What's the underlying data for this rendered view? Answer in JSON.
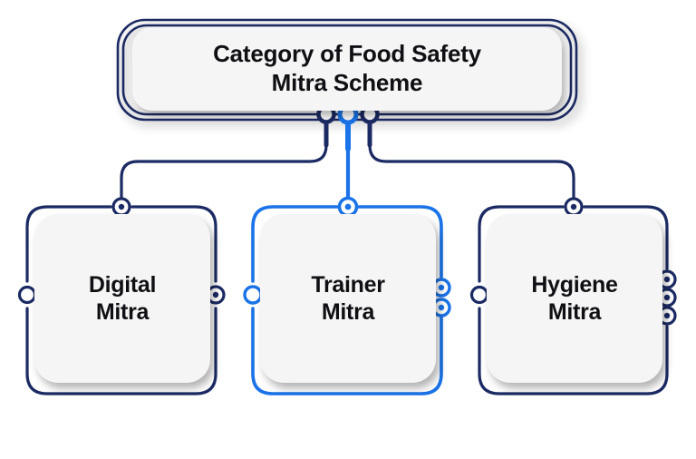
{
  "diagram": {
    "type": "hierarchy-tree",
    "background_color": "#ffffff",
    "card_fill": "#f5f5f5",
    "text_color": "#101014",
    "accent_navy": "#1b2a63",
    "accent_blue": "#1a73e8",
    "root": {
      "id": "root",
      "label": "Category of Food Safety\nMitra Scheme",
      "line_1": "Category of Food Safety",
      "line_2": "Mitra Scheme",
      "border_color": "#1b2a63",
      "border_style": "double-outline",
      "ports": [
        {
          "name": "port-root-left",
          "color": "#1b2a63"
        },
        {
          "name": "port-root-center",
          "color": "#1a73e8"
        },
        {
          "name": "port-root-right",
          "color": "#1b2a63"
        }
      ]
    },
    "children": [
      {
        "id": "digital-mitra",
        "label": "Digital\nMitra",
        "line_1": "Digital",
        "line_2": "Mitra",
        "border_color": "#1b2a63",
        "side_port_count": 1,
        "top_port": true
      },
      {
        "id": "trainer-mitra",
        "label": "Trainer\nMitra",
        "line_1": "Trainer",
        "line_2": "Mitra",
        "border_color": "#1a73e8",
        "side_port_count": 2,
        "top_port": true
      },
      {
        "id": "hygiene-mitra",
        "label": "Hygiene\nMitra",
        "line_1": "Hygiene",
        "line_2": "Mitra",
        "border_color": "#1b2a63",
        "side_port_count": 3,
        "top_port": true
      }
    ]
  }
}
